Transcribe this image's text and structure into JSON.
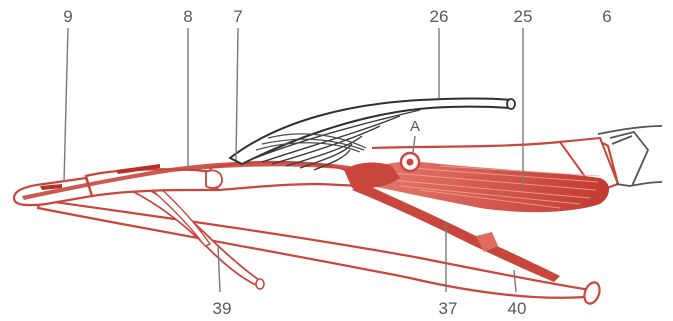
{
  "diagram": {
    "labels": {
      "n9": "9",
      "n8": "8",
      "n7": "7",
      "n26": "26",
      "n25": "25",
      "n6": "6",
      "a": "A",
      "n39": "39",
      "n37": "37",
      "n40": "40"
    },
    "colors": {
      "muscle": "#c9463c",
      "muscle_dark": "#b53128",
      "bone_outline": "#c9463c",
      "bone_fill": "#ffffff",
      "ligament": "#2f2f2f",
      "skin_outline": "#555555",
      "label_text": "#5a5a5a"
    }
  }
}
